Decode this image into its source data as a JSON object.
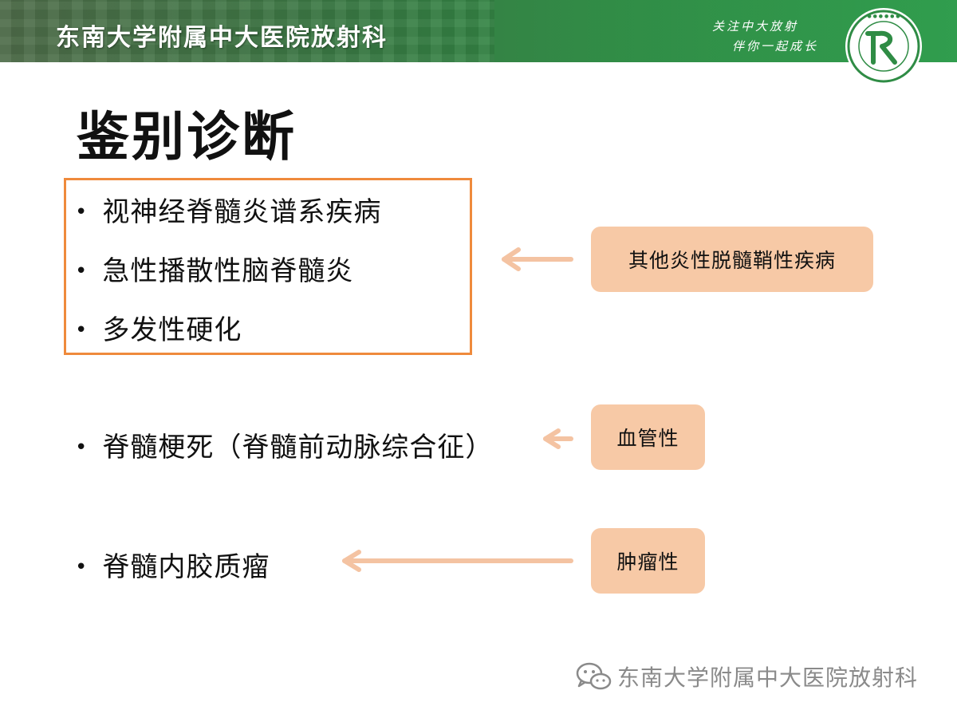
{
  "header": {
    "title": "东南大学附属中大医院放射科",
    "slogan_line1": "关注中大放射",
    "slogan_line2": "伴你一起成长",
    "logo_icon": "hospital-radiology-logo-icon",
    "logo_letter": "R"
  },
  "slide": {
    "title": "鉴别诊断",
    "box_items": [
      "视神经脊髓炎谱系疾病",
      "急性播散性脑脊髓炎",
      "多发性硬化"
    ],
    "item_infarct": "脊髓梗死（脊髓前动脉综合征）",
    "item_tumor": "脊髓内胶质瘤",
    "bullet_char": "•"
  },
  "tags": {
    "inflammatory": "其他炎性脱髓鞘性疾病",
    "vascular": "血管性",
    "tumor": "肿瘤性"
  },
  "watermark": {
    "icon": "wechat-icon",
    "text": "东南大学附属中大医院放射科"
  },
  "colors": {
    "header_green": "#2f8c45",
    "box_border": "#ef8a3c",
    "tag_fill": "#f7c9a6",
    "arrow": "#f4c3a2",
    "watermark_gray": "#8a8a8a"
  }
}
